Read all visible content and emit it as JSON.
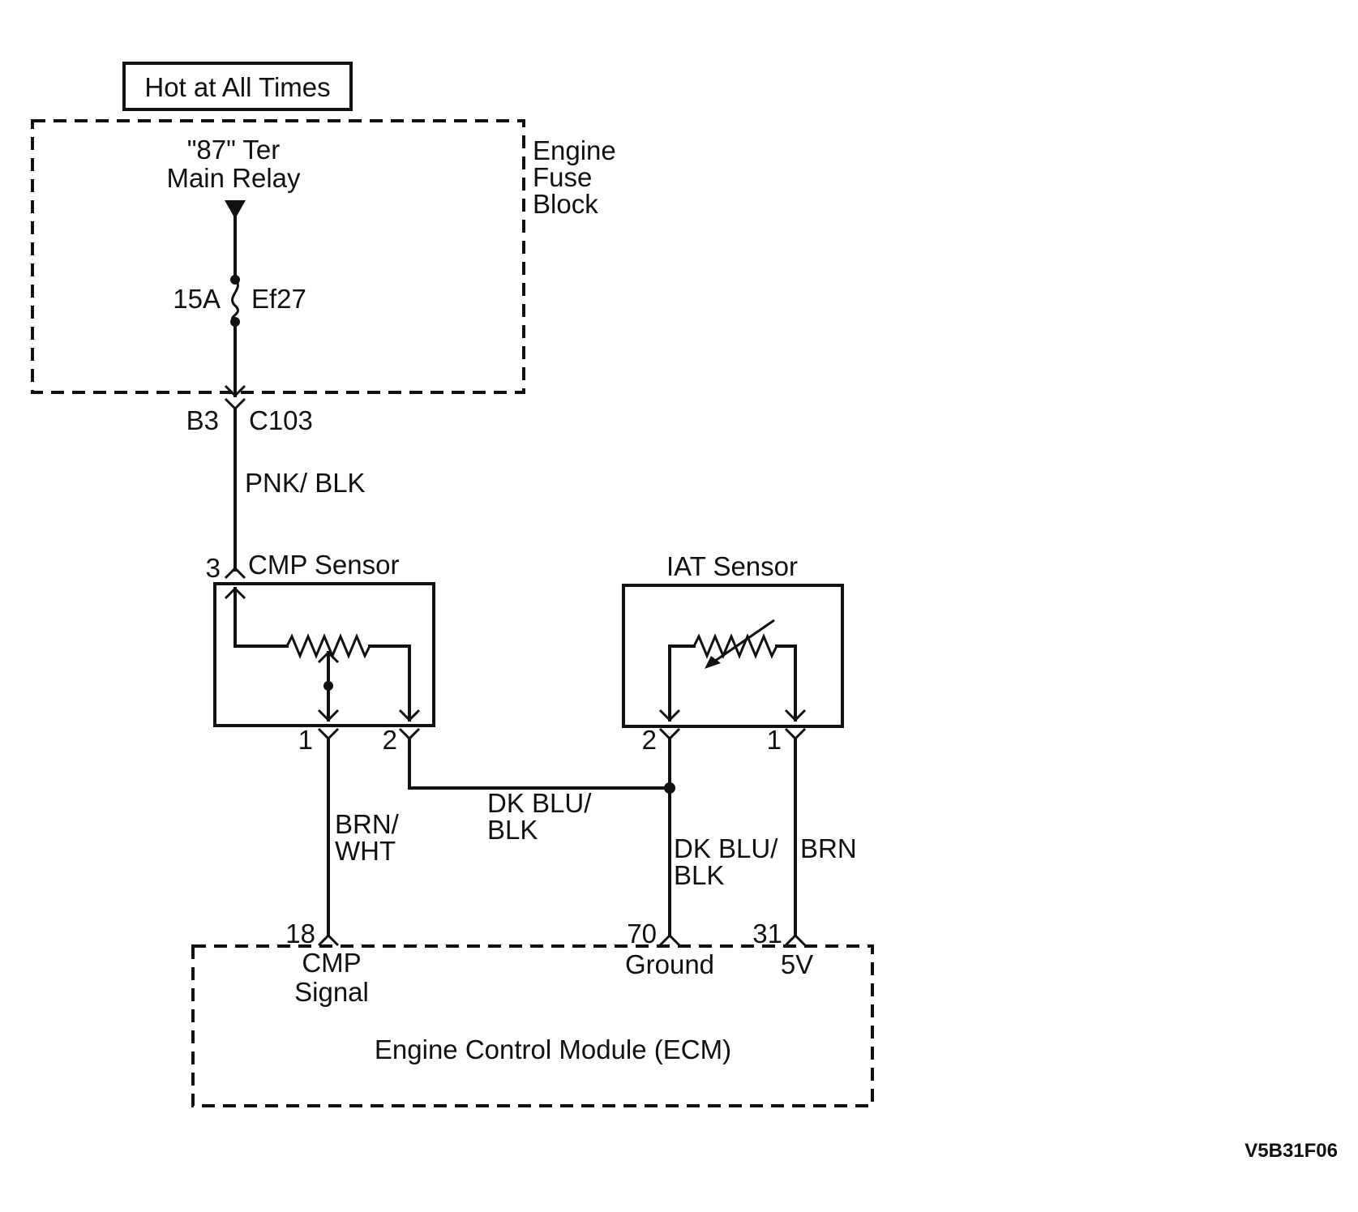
{
  "header": {
    "hot_label": "Hot at All Times"
  },
  "fuse_block": {
    "name_lines": [
      "Engine",
      "Fuse",
      "Block"
    ],
    "relay_line1": "\"87\" Ter",
    "relay_line2": "Main Relay",
    "fuse_rating": "15A",
    "fuse_id": "Ef27"
  },
  "connector_c103": {
    "pin": "B3",
    "id": "C103"
  },
  "wires": {
    "feed": "PNK/ BLK",
    "cmp_signal_lines": [
      "BRN/",
      "WHT"
    ],
    "sensor_ground_lines": [
      "DK BLU/",
      "BLK"
    ],
    "ecm_ground_lines": [
      "DK BLU/",
      "BLK"
    ],
    "iat_5v": "BRN"
  },
  "cmp_sensor": {
    "title": "CMP Sensor",
    "pin_top": "3",
    "pin_1": "1",
    "pin_2": "2"
  },
  "iat_sensor": {
    "title": "IAT Sensor",
    "pin_2": "2",
    "pin_1": "1"
  },
  "ecm": {
    "name": "Engine Control Module (ECM)",
    "pin_cmp": "18",
    "cmp_label_lines": [
      "CMP",
      "Signal"
    ],
    "pin_ground": "70",
    "ground_label": "Ground",
    "pin_5v": "31",
    "v5_label": "5V"
  },
  "figure_code": "V5B31F06"
}
